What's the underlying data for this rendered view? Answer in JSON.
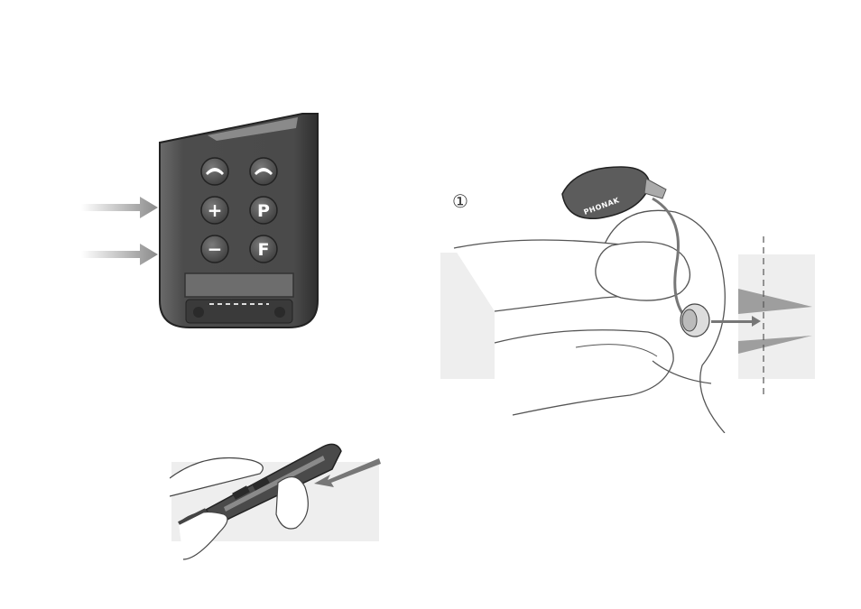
{
  "remote": {
    "buttons": [
      {
        "id": "prog-up",
        "label": "",
        "icon": "arc-up-icon"
      },
      {
        "id": "prog-down",
        "label": "",
        "icon": "arc-down-icon"
      },
      {
        "id": "volume-up",
        "label": "+",
        "icon": "plus-icon"
      },
      {
        "id": "program",
        "label": "P",
        "icon": ""
      },
      {
        "id": "volume-down",
        "label": "−",
        "icon": "minus-icon"
      },
      {
        "id": "function",
        "label": "F",
        "icon": ""
      }
    ]
  },
  "step_marker": "①",
  "hearing_aid": {
    "brand": "PHONAK"
  },
  "colors": {
    "device_body": "#4a4a4a",
    "device_edge": "#2a2a2a",
    "button_fill": "#5a5a5a",
    "arrow": "#9a9a9a",
    "panel_bg": "#eeeeee",
    "line": "#555555"
  }
}
